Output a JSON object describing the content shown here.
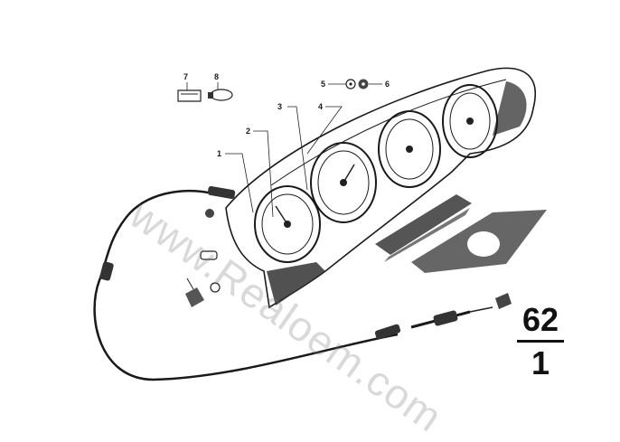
{
  "diagram": {
    "callouts": [
      {
        "id": "1",
        "label": "1"
      },
      {
        "id": "2",
        "label": "2"
      },
      {
        "id": "3",
        "label": "3"
      },
      {
        "id": "4",
        "label": "4"
      },
      {
        "id": "5",
        "label": "5"
      },
      {
        "id": "6",
        "label": "6"
      },
      {
        "id": "7",
        "label": "7"
      },
      {
        "id": "8",
        "label": "8"
      }
    ],
    "group_number": {
      "top": "62",
      "bottom": "1"
    },
    "watermark": "www.Realoem.com"
  }
}
